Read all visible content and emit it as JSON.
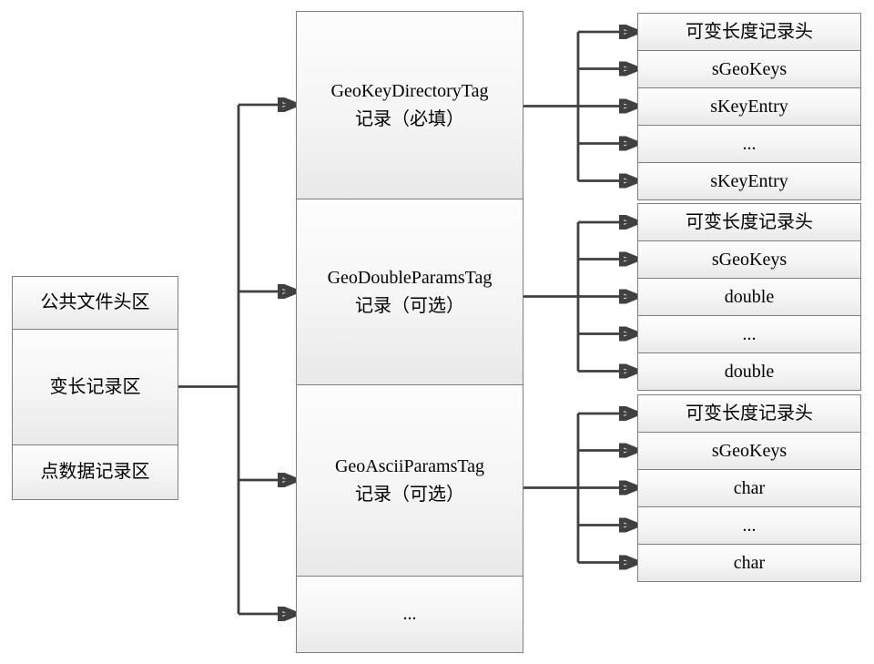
{
  "diagram": {
    "file_box": {
      "sections": [
        "公共文件头区",
        "变长记录区",
        "点数据记录区"
      ]
    },
    "vlr_box": {
      "sections": [
        {
          "title": "GeoKeyDirectoryTag",
          "subtitle": "记录（必填）"
        },
        {
          "title": "GeoDoubleParamsTag",
          "subtitle": "记录（可选）"
        },
        {
          "title": "GeoAsciiParamsTag",
          "subtitle": "记录（可选）"
        },
        {
          "title": "..."
        }
      ]
    },
    "record_stacks": [
      {
        "rows": [
          "可变长度记录头",
          "sGeoKeys",
          "sKeyEntry",
          "...",
          "sKeyEntry"
        ]
      },
      {
        "rows": [
          "可变长度记录头",
          "sGeoKeys",
          "double",
          "...",
          "double"
        ]
      },
      {
        "rows": [
          "可变长度记录头",
          "sGeoKeys",
          "char",
          "...",
          "char"
        ]
      }
    ],
    "colors": {
      "line": "#404040",
      "border": "#7f7f7f",
      "text": "#000000",
      "fill_top": "#fdfdfd",
      "fill_bottom": "#e9e9e9"
    }
  }
}
